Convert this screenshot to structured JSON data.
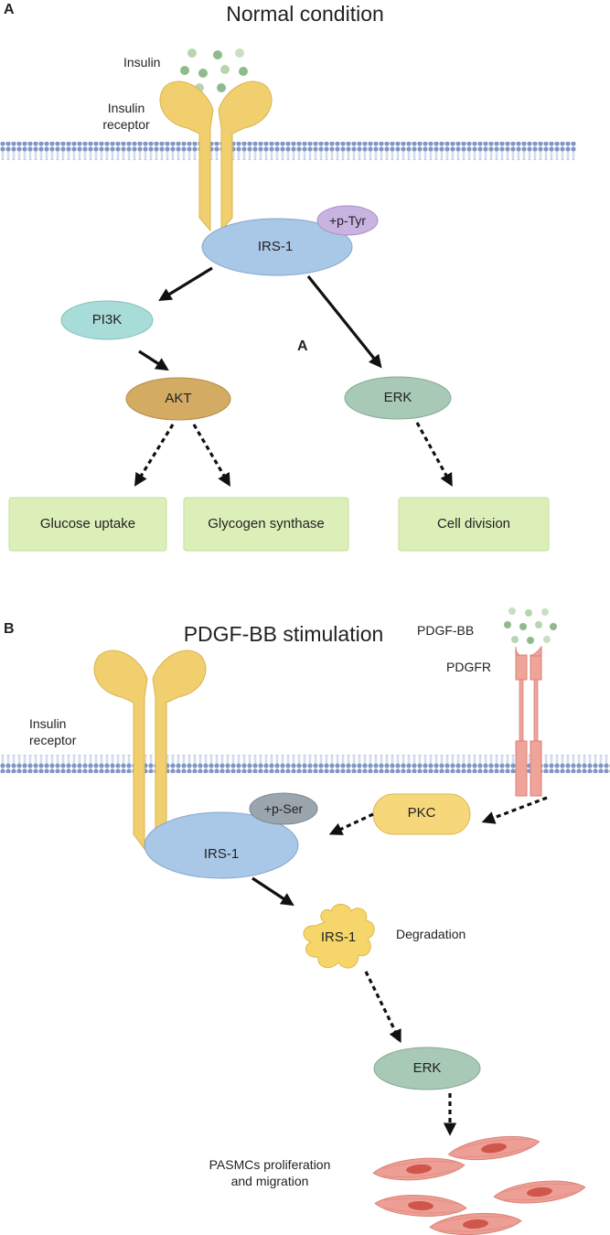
{
  "panel_a": {
    "letter": "A",
    "title": "Normal  condition",
    "insulin_label": "Insulin",
    "receptor_label_line1": "Insulin",
    "receptor_label_line2": "receptor",
    "irs1_label": "IRS-1",
    "ptyr_label": "+p-Tyr",
    "pi3k_label": "PI3K",
    "akt_label": "AKT",
    "erk_label": "ERK",
    "center_letter": "A",
    "box_glucose": "Glucose uptake",
    "box_glycogen": "Glycogen synthase",
    "box_division": "Cell division"
  },
  "panel_b": {
    "letter": "B",
    "title": "PDGF-BB stimulation",
    "pdgfbb_label": "PDGF-BB",
    "pdgfr_label": "PDGFR",
    "receptor_label_line1": "Insulin",
    "receptor_label_line2": "receptor",
    "pkc_label": "PKC",
    "pser_label": "+p-Ser",
    "irs1_label": "IRS-1",
    "irs1_degraded_label": "IRS-1",
    "degradation_label": "Degradation",
    "erk_label": "ERK",
    "outcome_line1": "PASMCs proliferation",
    "outcome_line2": "and migration"
  },
  "colors": {
    "membrane": "#7f97c6",
    "receptor": "#f2cf6e",
    "irs1": "#a9c7e6",
    "ptyr": "#c9b3e0",
    "pi3k": "#a8dcd8",
    "akt": "#d3ab63",
    "erk": "#a7c9b5",
    "pser": "#9aa5ad",
    "pkc": "#f6d77a",
    "box": "#dcefb8",
    "pdgfr": "#efa49a",
    "cell": "#ee9f95",
    "nucleus": "#d0564c",
    "dot": "#8fba8b"
  }
}
